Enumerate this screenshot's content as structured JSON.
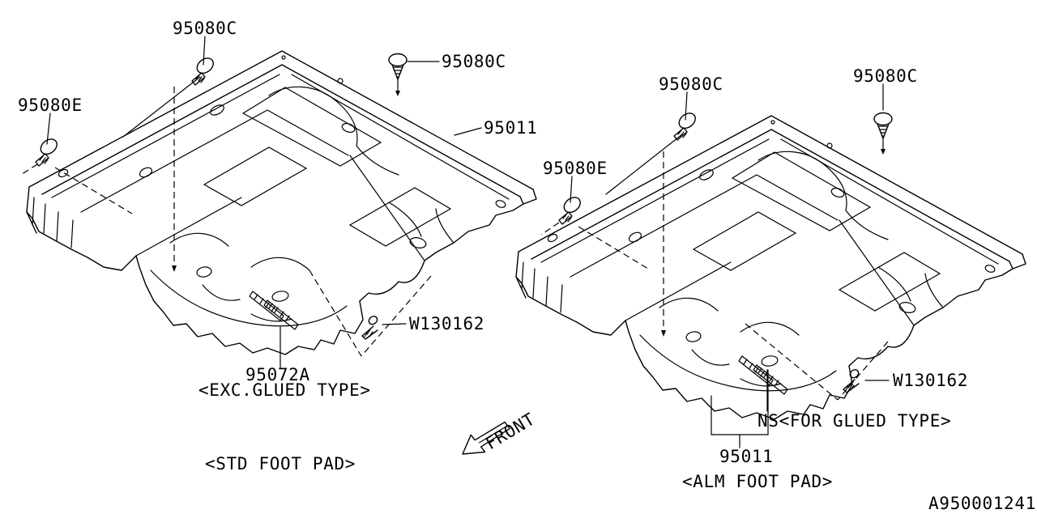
{
  "figure": {
    "drawing_number": "A950001241",
    "front_indicator": "FRONT"
  },
  "left_view": {
    "caption": "<STD FOOT PAD>",
    "labels": {
      "clip_top": "95080C",
      "clip_upper_right": "95080C",
      "clip_left": "95080E",
      "carpet": "95011",
      "screw": "W130162",
      "hook": "95072A",
      "hook_note": "<EXC.GLUED TYPE>"
    }
  },
  "right_view": {
    "caption": "<ALM FOOT PAD>",
    "labels": {
      "clip_upper_left": "95080C",
      "clip_top_right": "95080C",
      "clip_left": "95080E",
      "screw": "W130162",
      "glued_note": "NS<FOR GLUED TYPE>",
      "carpet": "95011"
    }
  },
  "icons": {
    "angled_clip": "push-clip-icon",
    "tree_clip": "tree-clip-icon",
    "screw": "tapping-screw-icon",
    "front_arrow": "front-direction-arrow-icon"
  },
  "colors": {
    "line": "#000000",
    "background": "#ffffff"
  }
}
